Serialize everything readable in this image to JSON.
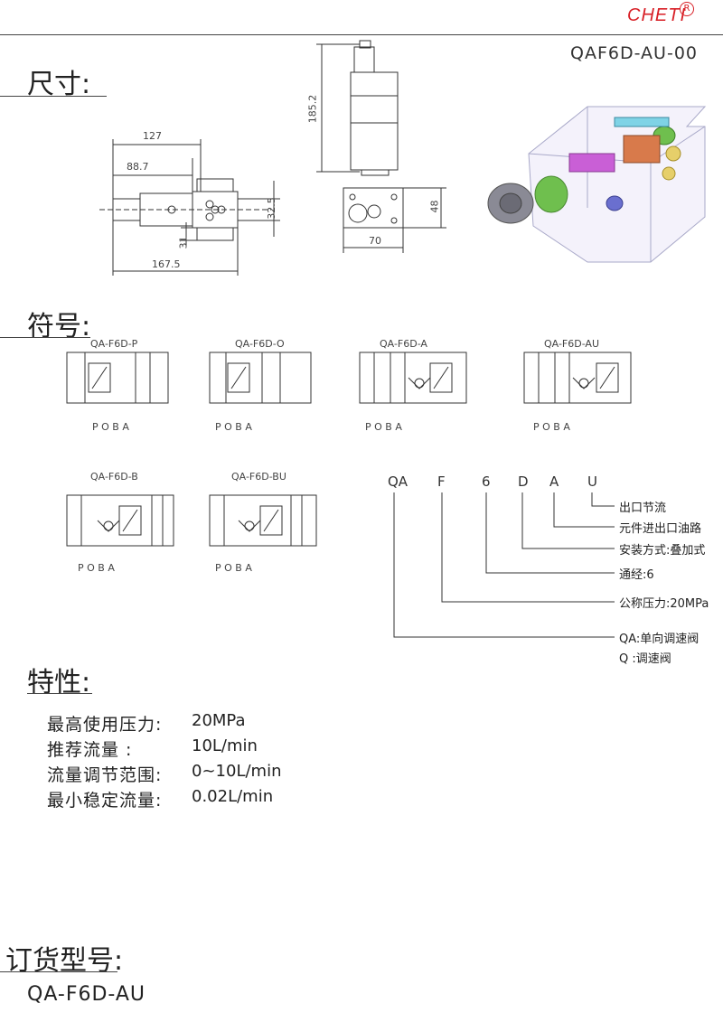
{
  "header": {
    "brand": "CHETI",
    "reg_mark": "R",
    "model": "QAF6D-AU-00"
  },
  "sections": {
    "dimensions": "尺寸:",
    "symbols": "符号:",
    "features": "特性:",
    "order": "订货型号:"
  },
  "dimensions": {
    "d127": "127",
    "d88_7": "88.7",
    "d167_5": "167.5",
    "d32_5": "32.5",
    "d31": "31",
    "d185_2": "185.2",
    "d48": "48",
    "d70": "70"
  },
  "symbols": [
    {
      "label": "QA-F6D-P",
      "ports": "P  O  B  A"
    },
    {
      "label": "QA-F6D-O",
      "ports": "P  O   B  A"
    },
    {
      "label": "QA-F6D-A",
      "ports": "P O B   A"
    },
    {
      "label": "QA-F6D-AU",
      "ports": "P O B   A"
    },
    {
      "label": "QA-F6D-B",
      "ports": "P  O   B  A"
    },
    {
      "label": "QA-F6D-BU",
      "ports": "P  O   B  A"
    }
  ],
  "code": {
    "parts": [
      "QA",
      "F",
      "6",
      "D",
      "A",
      "U"
    ],
    "desc": [
      "出口节流",
      "元件进出口油路",
      "安装方式:叠加式",
      "通经:6",
      "公称压力:20MPa",
      "QA:单向调速阀",
      "Q :调速阀"
    ]
  },
  "features": [
    {
      "key": "最高使用压力:",
      "value": "20MPa"
    },
    {
      "key": "推荐流量    :",
      "value": "10L/min"
    },
    {
      "key": "流量调节范围:",
      "value": "0~10L/min"
    },
    {
      "key": "最小稳定流量:",
      "value": "0.02L/min"
    }
  ],
  "order": {
    "value": "QA-F6D-AU"
  }
}
